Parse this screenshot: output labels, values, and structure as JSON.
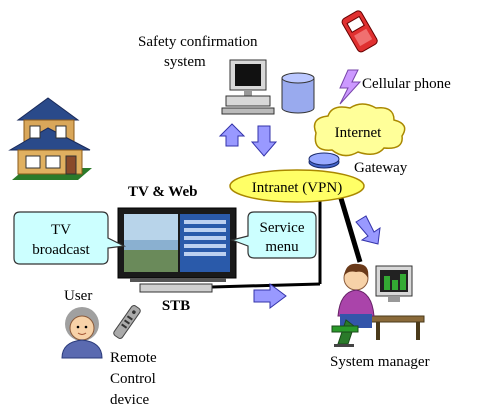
{
  "labels": {
    "safety_line1": "Safety confirmation",
    "safety_line2": "system",
    "cellular_phone": "Cellular phone",
    "internet": "Internet",
    "gateway": "Gateway",
    "intranet": "Intranet (VPN)",
    "tv_web": "TV & Web",
    "tv_broadcast_line1": "TV",
    "tv_broadcast_line2": "broadcast",
    "service_menu_line1": "Service",
    "service_menu_line2": "menu",
    "stb": "STB",
    "user": "User",
    "remote_line1": "Remote",
    "remote_line2": "Control",
    "remote_line3": "device",
    "system_manager": "System manager"
  },
  "colors": {
    "cloud_fill": "#ffff99",
    "callout_fill": "#ccffff",
    "arrow_fill": "#9999ff",
    "arrow_stroke": "#3333aa",
    "line_black": "#000000"
  }
}
